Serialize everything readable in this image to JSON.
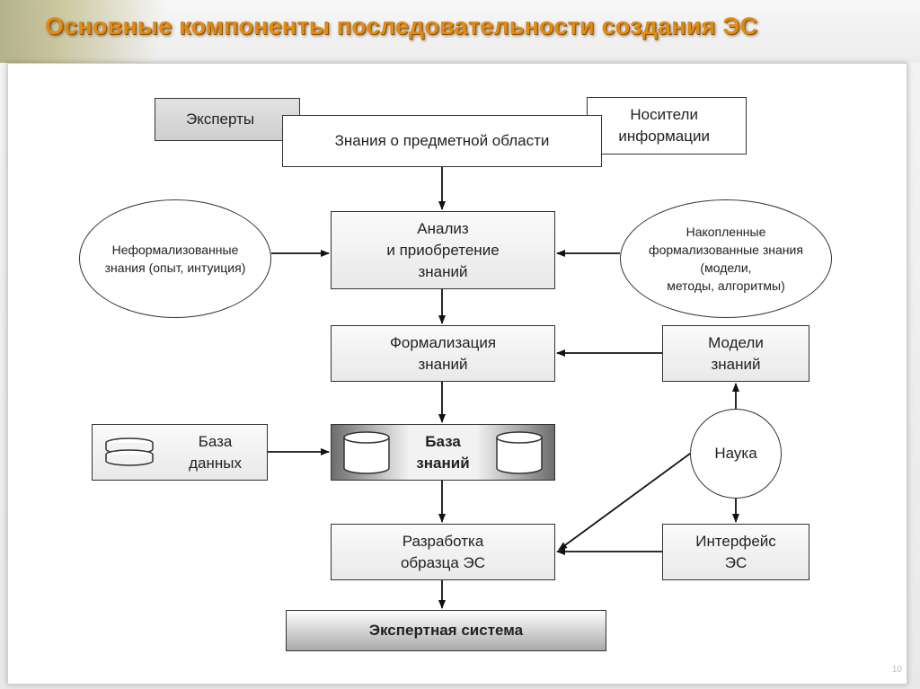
{
  "slide": {
    "title": "Основные компоненты последовательности создания ЭС",
    "page_number": "10"
  },
  "diagram": {
    "experts": "Эксперты",
    "carriers": "Носители\nинформации",
    "domain_knowledge": "Знания о предметной области",
    "analysis": "Анализ\nи приобретение\nзнаний",
    "informal": "Неформализованные\nзнания (опыт, интуиция)",
    "accumulated": "Накопленные\nформализованные знания\n(модели,\nметоды, алгоритмы)",
    "formalization": "Формализация\nзнаний",
    "knowledge_models": "Модели\nзнаний",
    "database": "База\nданных",
    "knowledge_base": "База\nзнаний",
    "science": "Наука",
    "prototype": "Разработка\nобразца ЭС",
    "interface": "Интерфейс\nЭС",
    "expert_system": "Экспертная система"
  },
  "colors": {
    "title": "#e28a12",
    "stroke": "#333333"
  }
}
